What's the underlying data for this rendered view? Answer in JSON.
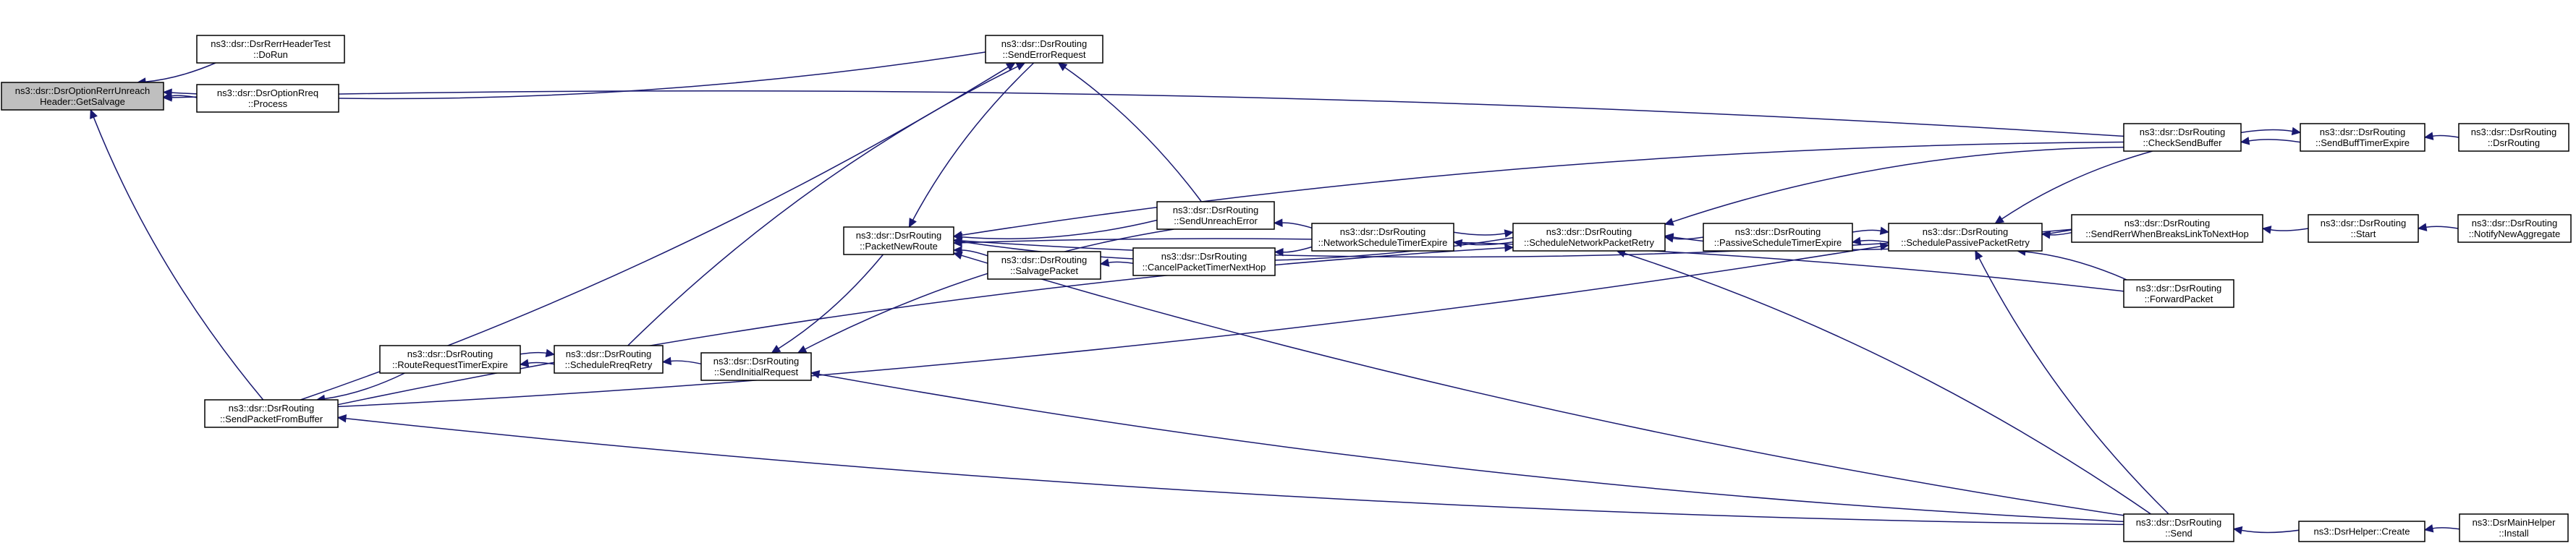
{
  "graph": {
    "root_node": "GetSalvage",
    "colors": {
      "edge": "#191970",
      "node_border": "#000000",
      "node_fill": "#ffffff",
      "root_fill": "#bfbfbf"
    },
    "nodes": [
      {
        "id": "GetSalvage",
        "lines": [
          "ns3::dsr::DsrOptionRerrUnreach",
          "Header::GetSalvage"
        ]
      },
      {
        "id": "DoRun",
        "lines": [
          "ns3::dsr::DsrRerrHeaderTest",
          "::DoRun"
        ]
      },
      {
        "id": "Process",
        "lines": [
          "ns3::dsr::DsrOptionRreq",
          "::Process"
        ]
      },
      {
        "id": "SendErrorRequest",
        "lines": [
          "ns3::dsr::DsrRouting",
          "::SendErrorRequest"
        ]
      },
      {
        "id": "CheckSendBuffer",
        "lines": [
          "ns3::dsr::DsrRouting",
          "::CheckSendBuffer"
        ]
      },
      {
        "id": "SendBuffTimerExpire",
        "lines": [
          "ns3::dsr::DsrRouting",
          "::SendBuffTimerExpire"
        ]
      },
      {
        "id": "DsrRoutingCtor",
        "lines": [
          "ns3::dsr::DsrRouting",
          "::DsrRouting"
        ]
      },
      {
        "id": "SendPacketFromBuffer",
        "lines": [
          "ns3::dsr::DsrRouting",
          "::SendPacketFromBuffer"
        ]
      },
      {
        "id": "RouteRequestTimerExpire",
        "lines": [
          "ns3::dsr::DsrRouting",
          "::RouteRequestTimerExpire"
        ]
      },
      {
        "id": "ScheduleRreqRetry",
        "lines": [
          "ns3::dsr::DsrRouting",
          "::ScheduleRreqRetry"
        ]
      },
      {
        "id": "SendInitialRequest",
        "lines": [
          "ns3::dsr::DsrRouting",
          "::SendInitialRequest"
        ]
      },
      {
        "id": "PacketNewRoute",
        "lines": [
          "ns3::dsr::DsrRouting",
          "::PacketNewRoute"
        ]
      },
      {
        "id": "SalvagePacket",
        "lines": [
          "ns3::dsr::DsrRouting",
          "::SalvagePacket"
        ]
      },
      {
        "id": "SendUnreachError",
        "lines": [
          "ns3::dsr::DsrRouting",
          "::SendUnreachError"
        ]
      },
      {
        "id": "CancelPacketTimerNextHop",
        "lines": [
          "ns3::dsr::DsrRouting",
          "::CancelPacketTimerNextHop"
        ]
      },
      {
        "id": "NetworkScheduleTimerExpire",
        "lines": [
          "ns3::dsr::DsrRouting",
          "::NetworkScheduleTimerExpire"
        ]
      },
      {
        "id": "ScheduleNetworkPacketRetry",
        "lines": [
          "ns3::dsr::DsrRouting",
          "::ScheduleNetworkPacketRetry"
        ]
      },
      {
        "id": "PassiveScheduleTimerExpire",
        "lines": [
          "ns3::dsr::DsrRouting",
          "::PassiveScheduleTimerExpire"
        ]
      },
      {
        "id": "SchedulePassivePacketRetry",
        "lines": [
          "ns3::dsr::DsrRouting",
          "::SchedulePassivePacketRetry"
        ]
      },
      {
        "id": "SendRerrWhenBreaksLinkToNextHop",
        "lines": [
          "ns3::dsr::DsrRouting",
          "::SendRerrWhenBreaksLinkToNextHop"
        ]
      },
      {
        "id": "Start",
        "lines": [
          "ns3::dsr::DsrRouting",
          "::Start"
        ]
      },
      {
        "id": "NotifyNewAggregate",
        "lines": [
          "ns3::dsr::DsrRouting",
          "::NotifyNewAggregate"
        ]
      },
      {
        "id": "ForwardPacket",
        "lines": [
          "ns3::dsr::DsrRouting",
          "::ForwardPacket"
        ]
      },
      {
        "id": "Send",
        "lines": [
          "ns3::dsr::DsrRouting",
          "::Send"
        ]
      },
      {
        "id": "DsrHelperCreate",
        "lines": [
          "ns3::DsrHelper::Create"
        ]
      },
      {
        "id": "DsrMainHelperInstall",
        "lines": [
          "ns3::DsrMainHelper",
          "::Install"
        ]
      }
    ],
    "edges": [
      {
        "from": "DoRun",
        "to": "GetSalvage"
      },
      {
        "from": "Process",
        "to": "GetSalvage"
      },
      {
        "from": "SendErrorRequest",
        "to": "GetSalvage"
      },
      {
        "from": "CheckSendBuffer",
        "to": "GetSalvage"
      },
      {
        "from": "SendPacketFromBuffer",
        "to": "GetSalvage"
      },
      {
        "from": "SendBuffTimerExpire",
        "to": "CheckSendBuffer"
      },
      {
        "from": "CheckSendBuffer",
        "to": "SendBuffTimerExpire"
      },
      {
        "from": "DsrRoutingCtor",
        "to": "SendBuffTimerExpire"
      },
      {
        "from": "RouteRequestTimerExpire",
        "to": "SendPacketFromBuffer"
      },
      {
        "from": "ScheduleRreqRetry",
        "to": "RouteRequestTimerExpire"
      },
      {
        "from": "RouteRequestTimerExpire",
        "to": "ScheduleRreqRetry"
      },
      {
        "from": "SendInitialRequest",
        "to": "ScheduleRreqRetry"
      },
      {
        "from": "PacketNewRoute",
        "to": "SendInitialRequest"
      },
      {
        "from": "SendUnreachError",
        "to": "SendInitialRequest"
      },
      {
        "from": "Send",
        "to": "SendInitialRequest"
      },
      {
        "from": "SendErrorRequest",
        "to": "PacketNewRoute"
      },
      {
        "from": "SendUnreachError",
        "to": "PacketNewRoute"
      },
      {
        "from": "SalvagePacket",
        "to": "PacketNewRoute"
      },
      {
        "from": "ScheduleNetworkPacketRetry",
        "to": "PacketNewRoute"
      },
      {
        "from": "CheckSendBuffer",
        "to": "PacketNewRoute"
      },
      {
        "from": "SendRerrWhenBreaksLinkToNextHop",
        "to": "PacketNewRoute"
      },
      {
        "from": "ForwardPacket",
        "to": "PacketNewRoute"
      },
      {
        "from": "Send",
        "to": "PacketNewRoute"
      },
      {
        "from": "CancelPacketTimerNextHop",
        "to": "SalvagePacket"
      },
      {
        "from": "NetworkScheduleTimerExpire",
        "to": "CancelPacketTimerNextHop"
      },
      {
        "from": "NetworkScheduleTimerExpire",
        "to": "SendUnreachError"
      },
      {
        "from": "ScheduleNetworkPacketRetry",
        "to": "NetworkScheduleTimerExpire"
      },
      {
        "from": "NetworkScheduleTimerExpire",
        "to": "ScheduleNetworkPacketRetry"
      },
      {
        "from": "PassiveScheduleTimerExpire",
        "to": "ScheduleNetworkPacketRetry"
      },
      {
        "from": "CheckSendBuffer",
        "to": "ScheduleNetworkPacketRetry"
      },
      {
        "from": "SendRerrWhenBreaksLinkToNextHop",
        "to": "ScheduleNetworkPacketRetry"
      },
      {
        "from": "Send",
        "to": "ScheduleNetworkPacketRetry"
      },
      {
        "from": "SendPacketFromBuffer",
        "to": "ScheduleNetworkPacketRetry"
      },
      {
        "from": "SchedulePassivePacketRetry",
        "to": "PassiveScheduleTimerExpire"
      },
      {
        "from": "PassiveScheduleTimerExpire",
        "to": "SchedulePassivePacketRetry"
      },
      {
        "from": "CheckSendBuffer",
        "to": "SchedulePassivePacketRetry"
      },
      {
        "from": "SendRerrWhenBreaksLinkToNextHop",
        "to": "SchedulePassivePacketRetry"
      },
      {
        "from": "ForwardPacket",
        "to": "SchedulePassivePacketRetry"
      },
      {
        "from": "Send",
        "to": "SchedulePassivePacketRetry"
      },
      {
        "from": "SendPacketFromBuffer",
        "to": "SchedulePassivePacketRetry"
      },
      {
        "from": "Start",
        "to": "SendRerrWhenBreaksLinkToNextHop"
      },
      {
        "from": "NotifyNewAggregate",
        "to": "Start"
      },
      {
        "from": "DsrHelperCreate",
        "to": "Send"
      },
      {
        "from": "DsrMainHelperInstall",
        "to": "DsrHelperCreate"
      },
      {
        "from": "Send",
        "to": "SendPacketFromBuffer"
      },
      {
        "from": "SendPacketFromBuffer",
        "to": "SendErrorRequest"
      },
      {
        "from": "ScheduleRreqRetry",
        "to": "SendErrorRequest"
      },
      {
        "from": "SendUnreachError",
        "to": "SendErrorRequest"
      }
    ]
  }
}
